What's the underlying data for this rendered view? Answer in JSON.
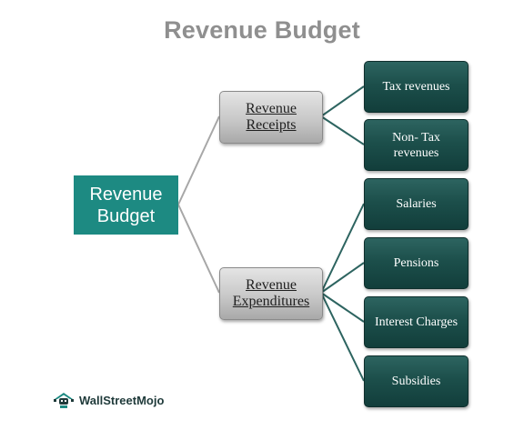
{
  "title": "Revenue Budget",
  "root": {
    "line1": "Revenue",
    "line2": "Budget"
  },
  "branches": {
    "receipts": {
      "line1": "Revenue",
      "line2": "Receipts"
    },
    "expenditures": {
      "line1": "Revenue",
      "line2": "Expenditures"
    }
  },
  "leaves": {
    "receipts": [
      {
        "line1": "Tax revenues",
        "line2": ""
      },
      {
        "line1": "Non- Tax",
        "line2": "revenues"
      }
    ],
    "expenditures": [
      {
        "line1": "Salaries",
        "line2": ""
      },
      {
        "line1": "Pensions",
        "line2": ""
      },
      {
        "line1": "Interest Charges",
        "line2": ""
      },
      {
        "line1": "Subsidies",
        "line2": ""
      }
    ]
  },
  "logo": {
    "text": "WallStreetMojo",
    "icon": "wallstreetmojo-logo-icon"
  },
  "colors": {
    "root": "#1d8a82",
    "leaf": "#1c4f4b",
    "title": "#8f8f8f",
    "connector": "#9e9e9e",
    "leaf_connector": "#2d6460"
  }
}
